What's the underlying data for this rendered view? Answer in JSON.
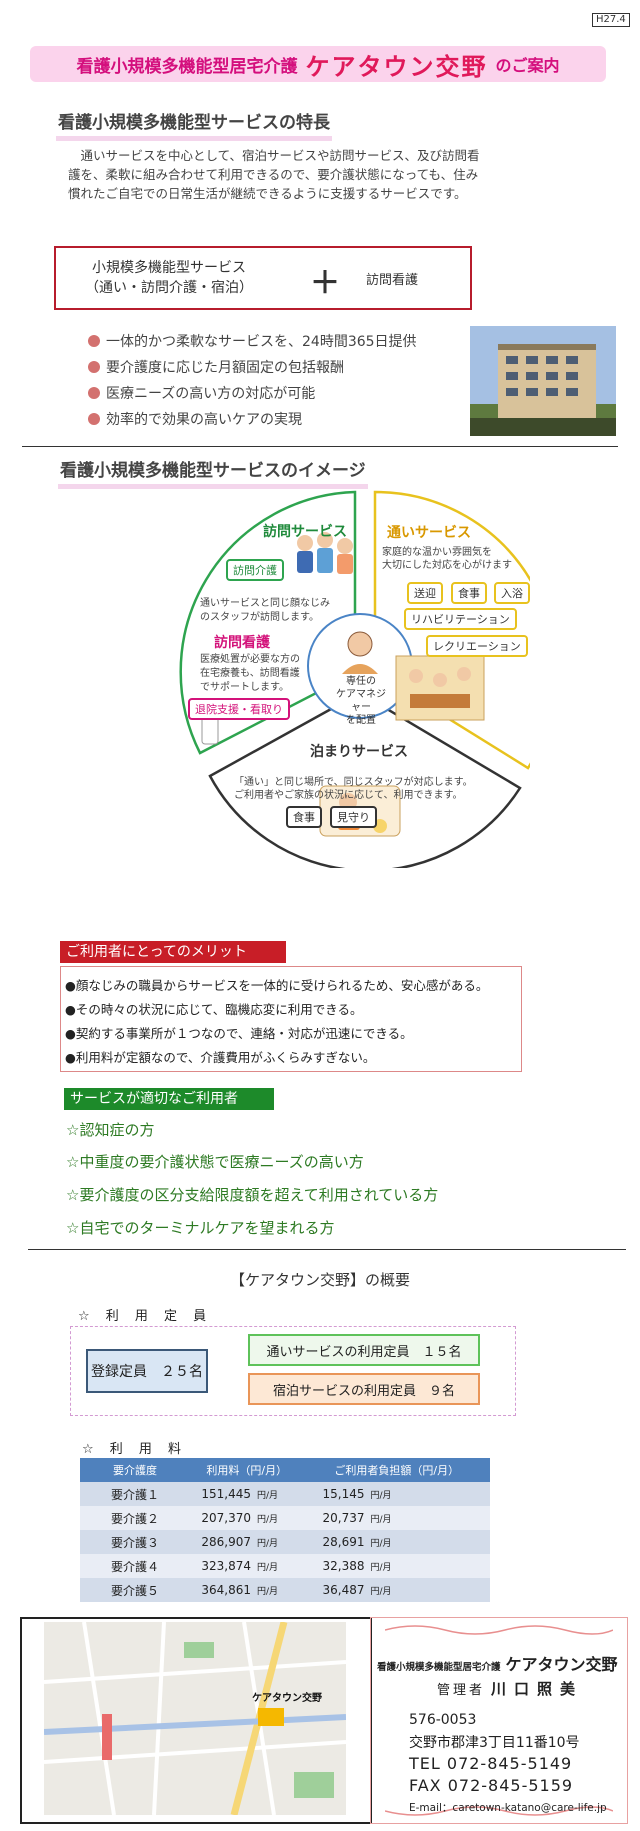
{
  "date_tag": "H27.4",
  "title": {
    "prefix": "看護小規模多機能型居宅介護",
    "name": "ケアタウン交野",
    "suffix": "のご案内"
  },
  "features_section": {
    "heading": "看護小規模多機能型サービスの特長",
    "intro": "通いサービスを中心として、宿泊サービスや訪問サービス、及び訪問看護を、柔軟に組み合わせて利用できるので、要介護状態になっても、住み慣れたご自宅での日常生活が継続できるように支援するサービスです。",
    "box_left_line1": "小規模多機能型サービス",
    "box_left_line2": "（通い・訪問介護・宿泊）",
    "box_plus": "＋",
    "box_right": "訪問看護",
    "items": [
      "一体的かつ柔軟なサービスを、24時間365日提供",
      "要介護度に応じた月額固定の包括報酬",
      "医療ニーズの高い方の対応が可能",
      "効率的で効果の高いケアの実現"
    ]
  },
  "image_section": {
    "heading": "看護小規模多機能型サービスのイメージ",
    "houmon": {
      "title": "訪問サービス",
      "tag": "訪問介護",
      "text1": "通いサービスと同じ顔なじみ",
      "text2": "のスタッフが訪問します。",
      "nurse_title": "訪問看護",
      "nurse_text1": "医療処置が必要な方の",
      "nurse_text2": "在宅療養も、訪問看護",
      "nurse_text3": "でサポートします。",
      "nurse_tag": "退院支援・看取り"
    },
    "kayoi": {
      "title": "通いサービス",
      "text1": "家庭的な温かい雰囲気を",
      "text2": "大切にした対応を心がけます",
      "tags": [
        "送迎",
        "食事",
        "入浴",
        "リハビリテーション",
        "レクリエーション"
      ]
    },
    "tomari": {
      "title": "泊まりサービス",
      "text1": "「通い」と同じ場所で、同じスタッフが対応します。",
      "text2": "ご利用者やご家族の状況に応じて、利用できます。",
      "tags": [
        "食事",
        "見守り"
      ]
    },
    "center": {
      "line1": "専任の",
      "line2": "ケアマネジャー",
      "line3": "を配置"
    }
  },
  "merits": {
    "heading": "ご利用者にとってのメリット",
    "items": [
      "●顔なじみの職員からサービスを一体的に受けられるため、安心感がある。",
      "●その時々の状況に応じて、臨機応変に利用できる。",
      "●契約する事業所が１つなので、連絡・対応が迅速にできる。",
      "●利用料が定額なので、介護費用がふくらみすぎない。"
    ]
  },
  "suitable": {
    "heading": "サービスが適切なご利用者",
    "items": [
      "☆認知症の方",
      "☆中重度の要介護状態で医療ニーズの高い方",
      "☆要介護度の区分支給限度額を超えて利用されている方",
      "☆自宅でのターミナルケアを望まれる方"
    ]
  },
  "overview": {
    "title": "【ケアタウン交野】の概要",
    "capacity_label": "☆ 利 用 定 員",
    "registered": "登録定員　２５名",
    "day_service": "通いサービスの利用定員　１５名",
    "stay_service": "宿泊サービスの利用定員　９名",
    "fee_label": "☆ 利 用 料",
    "fee_headers": [
      "要介護度",
      "利用料（円/月）",
      "ご利用者負担額（円/月）"
    ],
    "unit": "円/月",
    "fee_rows": [
      {
        "grade": "要介護１",
        "fee": "151,445",
        "burden": "15,145"
      },
      {
        "grade": "要介護２",
        "fee": "207,370",
        "burden": "20,737"
      },
      {
        "grade": "要介護３",
        "fee": "286,907",
        "burden": "28,691"
      },
      {
        "grade": "要介護４",
        "fee": "323,874",
        "burden": "32,388"
      },
      {
        "grade": "要介護５",
        "fee": "364,861",
        "burden": "36,487"
      }
    ]
  },
  "map": {
    "label": "ケアタウン交野"
  },
  "card": {
    "service_type": "看護小規模多機能型居宅介護",
    "name": "ケアタウン交野",
    "manager_label": "管理者",
    "manager_name": "川口照美",
    "postal": "576-0053",
    "address": "交野市郡津3丁目11番10号",
    "tel": "TEL 072-845-5149",
    "fax": "FAX 072-845-5159",
    "email": "E-mail：caretown-katano@care-life.jp"
  },
  "colors": {
    "accent_pink": "#e0195a",
    "merit_red": "#c81e27",
    "suitable_green": "#1d8a2a",
    "table_blue": "#4f81bd"
  }
}
